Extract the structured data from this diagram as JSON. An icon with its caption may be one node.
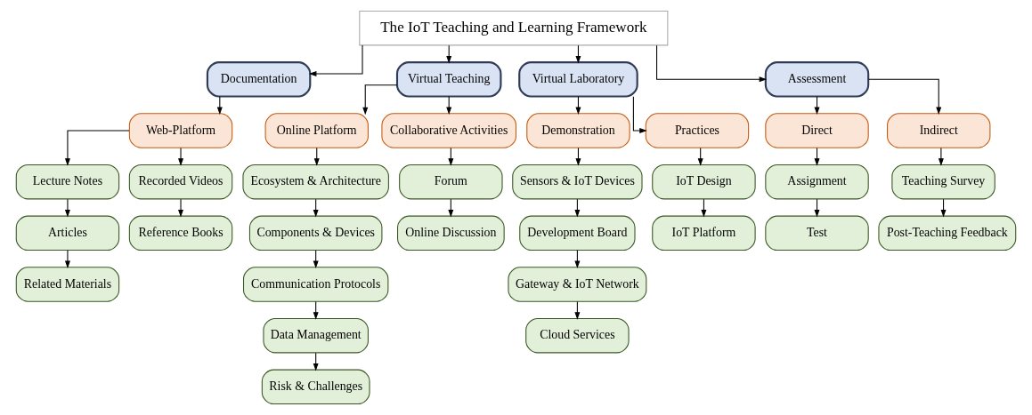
{
  "diagram": {
    "nodes": [
      {
        "text": [
          "The IoT Teaching and Learning Framework"
        ]
      },
      {
        "text": [
          "Documentation"
        ]
      },
      {
        "text": [
          "Virtual Teaching"
        ]
      },
      {
        "text": [
          "Virtual Laboratory"
        ]
      },
      {
        "text": [
          "Assessment"
        ]
      },
      {
        "text": [
          "Web-Platform"
        ]
      },
      {
        "text": [
          "Lecture Notes"
        ]
      },
      {
        "text": [
          "Articles"
        ]
      },
      {
        "text": [
          "Related Materials"
        ]
      },
      {
        "text": [
          "Recorded Videos"
        ]
      },
      {
        "text": [
          "Reference Books"
        ]
      },
      {
        "text": [
          "Online Platform"
        ]
      },
      {
        "text": [
          "Ecosystem & Architecture"
        ]
      },
      {
        "text": [
          "Components & Devices"
        ]
      },
      {
        "text": [
          "Communication Protocols"
        ]
      },
      {
        "text": [
          "Data Management"
        ]
      },
      {
        "text": [
          "Risk & Challenges"
        ]
      },
      {
        "text": [
          "Collaborative Activities"
        ]
      },
      {
        "text": [
          "Forum"
        ]
      },
      {
        "text": [
          "Online Discussion"
        ]
      },
      {
        "text": [
          "Demonstration"
        ]
      },
      {
        "text": [
          "Sensors & IoT Devices"
        ]
      },
      {
        "text": [
          "Development Board"
        ]
      },
      {
        "text": [
          "Gateway & IoT Network"
        ]
      },
      {
        "text": [
          "Cloud Services"
        ]
      },
      {
        "text": [
          "Practices"
        ]
      },
      {
        "text": [
          "IoT Design"
        ]
      },
      {
        "text": [
          "IoT Platform"
        ]
      },
      {
        "text": [
          "Direct"
        ]
      },
      {
        "text": [
          "Assignment"
        ]
      },
      {
        "text": [
          "Test"
        ]
      },
      {
        "text": [
          "Indirect"
        ]
      },
      {
        "text": [
          "Teaching Survey"
        ]
      },
      {
        "text": [
          "Post-Teaching Feedback"
        ]
      }
    ],
    "edges": [
      {
        "from": 0,
        "to": 1,
        "arrow": "to"
      },
      {
        "from": 0,
        "to": 2,
        "arrow": "to"
      },
      {
        "from": 0,
        "to": 3,
        "arrow": "to"
      },
      {
        "from": 0,
        "to": 4,
        "arrow": "to"
      },
      {
        "from": 1,
        "to": 5,
        "arrow": "to"
      },
      {
        "from": 5,
        "to": 6,
        "arrow": "to"
      },
      {
        "from": 6,
        "to": 7,
        "arrow": "to"
      },
      {
        "from": 7,
        "to": 8,
        "arrow": "to"
      },
      {
        "from": 5,
        "to": 9,
        "arrow": "to"
      },
      {
        "from": 9,
        "to": 10,
        "arrow": "to"
      },
      {
        "from": 2,
        "to": 11,
        "arrow": "to"
      },
      {
        "from": 2,
        "to": 17,
        "arrow": "to"
      },
      {
        "from": 11,
        "to": 12,
        "arrow": "to"
      },
      {
        "from": 12,
        "to": 13,
        "arrow": "to"
      },
      {
        "from": 13,
        "to": 14,
        "arrow": "to"
      },
      {
        "from": 14,
        "to": 15,
        "arrow": "to"
      },
      {
        "from": 15,
        "to": 16,
        "arrow": "to"
      },
      {
        "from": 17,
        "to": 18,
        "arrow": "to"
      },
      {
        "from": 18,
        "to": 19,
        "arrow": "to"
      },
      {
        "from": 3,
        "to": 20,
        "arrow": "to"
      },
      {
        "from": 3,
        "to": 25,
        "arrow": "to"
      },
      {
        "from": 20,
        "to": 21,
        "arrow": "to"
      },
      {
        "from": 21,
        "to": 22,
        "arrow": "to"
      },
      {
        "from": 22,
        "to": 23,
        "arrow": "to"
      },
      {
        "from": 23,
        "to": 24,
        "arrow": "to"
      },
      {
        "from": 25,
        "to": 26,
        "arrow": "to"
      },
      {
        "from": 26,
        "to": 27,
        "arrow": "to"
      },
      {
        "from": 4,
        "to": 28,
        "arrow": "to"
      },
      {
        "from": 4,
        "to": 31,
        "arrow": "to"
      },
      {
        "from": 28,
        "to": 29,
        "arrow": "to"
      },
      {
        "from": 29,
        "to": 30,
        "arrow": "to"
      },
      {
        "from": 31,
        "to": 32,
        "arrow": "to"
      },
      {
        "from": 32,
        "to": 33,
        "arrow": "to"
      }
    ]
  }
}
